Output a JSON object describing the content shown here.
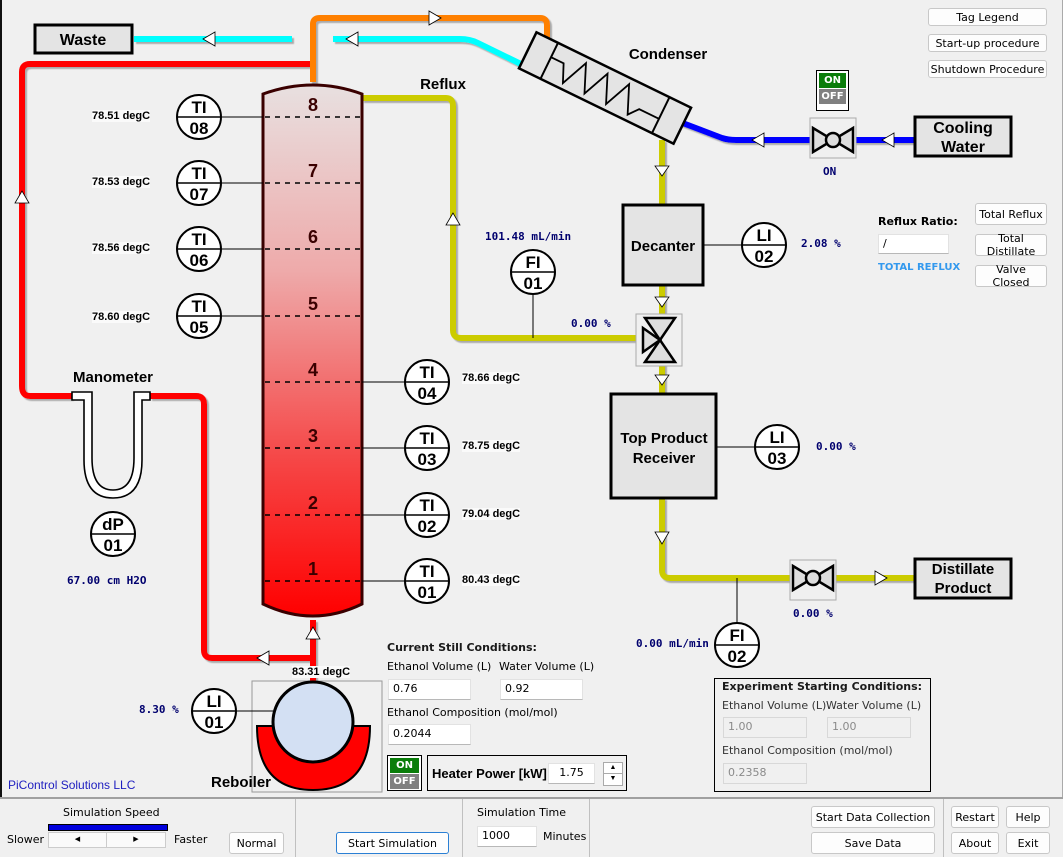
{
  "company": "PiControl Solutions LLC",
  "top_buttons": {
    "tag_legend": "Tag Legend",
    "startup": "Start-up procedure",
    "shutdown": "Shutdown Procedure"
  },
  "equipment": {
    "waste": "Waste",
    "condenser": "Condenser",
    "reflux": "Reflux",
    "cooling_water_line1": "Cooling",
    "cooling_water_line2": "Water",
    "decanter": "Decanter",
    "top_receiver_line1": "Top Product",
    "top_receiver_line2": "Receiver",
    "distillate_line1": "Distillate",
    "distillate_line2": "Product",
    "manometer": "Manometer",
    "reboiler": "Reboiler"
  },
  "column": {
    "stages": [
      "1",
      "2",
      "3",
      "4",
      "5",
      "6",
      "7",
      "8"
    ]
  },
  "instruments": {
    "TI08": {
      "type": "TI",
      "num": "08",
      "value": "78.51 degC"
    },
    "TI07": {
      "type": "TI",
      "num": "07",
      "value": "78.53 degC"
    },
    "TI06": {
      "type": "TI",
      "num": "06",
      "value": "78.56 degC"
    },
    "TI05": {
      "type": "TI",
      "num": "05",
      "value": "78.60 degC"
    },
    "TI04": {
      "type": "TI",
      "num": "04",
      "value": "78.66 degC"
    },
    "TI03": {
      "type": "TI",
      "num": "03",
      "value": "78.75 degC"
    },
    "TI02": {
      "type": "TI",
      "num": "02",
      "value": "79.04 degC"
    },
    "TI01": {
      "type": "TI",
      "num": "01",
      "value": "80.43 degC"
    },
    "FI01": {
      "type": "FI",
      "num": "01",
      "value": "101.48 mL/min"
    },
    "FI02": {
      "type": "FI",
      "num": "02",
      "value": "0.00 mL/min"
    },
    "LI01": {
      "type": "LI",
      "num": "01",
      "value": "8.30 %"
    },
    "LI02": {
      "type": "LI",
      "num": "02",
      "value": "2.08 %"
    },
    "LI03": {
      "type": "LI",
      "num": "03",
      "value": "0.00 %"
    },
    "dP01": {
      "type": "dP",
      "num": "01",
      "value": "67.00 cm H2O"
    }
  },
  "reboiler_temp": "83.31 degC",
  "reflux_valve_value": "0.00 %",
  "distillate_valve_value": "0.00 %",
  "cooling_water": {
    "switch_on": "ON",
    "switch_off": "OFF",
    "status": "ON"
  },
  "reflux_ratio": {
    "label": "Reflux Ratio:",
    "value": "/",
    "mode": "TOTAL REFLUX",
    "buttons": [
      "Total Reflux",
      "Total Distillate",
      "Valve Closed"
    ]
  },
  "still_conditions": {
    "title": "Current Still Conditions:",
    "ethanol_volume_label": "Ethanol Volume (L)",
    "ethanol_volume": "0.76",
    "water_volume_label": "Water Volume (L)",
    "water_volume": "0.92",
    "composition_label": "Ethanol Composition (mol/mol)",
    "composition": "0.2044"
  },
  "heater": {
    "switch_on": "ON",
    "switch_off": "OFF",
    "label": "Heater Power [kW]",
    "value": "1.75"
  },
  "starting_conditions": {
    "title": "Experiment Starting Conditions:",
    "ethanol_volume_label": "Ethanol Volume (L)",
    "ethanol_volume": "1.00",
    "water_volume_label": "Water Volume (L)",
    "water_volume": "1.00",
    "composition_label": "Ethanol Composition (mol/mol)",
    "composition": "0.2358"
  },
  "bottom": {
    "sim_speed_label": "Simulation Speed",
    "slower": "Slower",
    "faster": "Faster",
    "normal": "Normal",
    "speed_fraction": 1.0,
    "start_sim": "Start Simulation",
    "sim_time_label": "Simulation Time",
    "sim_time": "1000",
    "minutes": "Minutes",
    "start_data": "Start Data Collection",
    "save_data": "Save Data",
    "restart": "Restart",
    "help": "Help",
    "about": "About",
    "exit": "Exit"
  },
  "colors": {
    "vapor": "#ff0000",
    "overhead": "#ff8000",
    "waste": "#00ffff",
    "cooling": "#0000ff",
    "liquid": "#cccc00",
    "value_blue": "#00006e",
    "mode_blue": "#3399ee"
  }
}
